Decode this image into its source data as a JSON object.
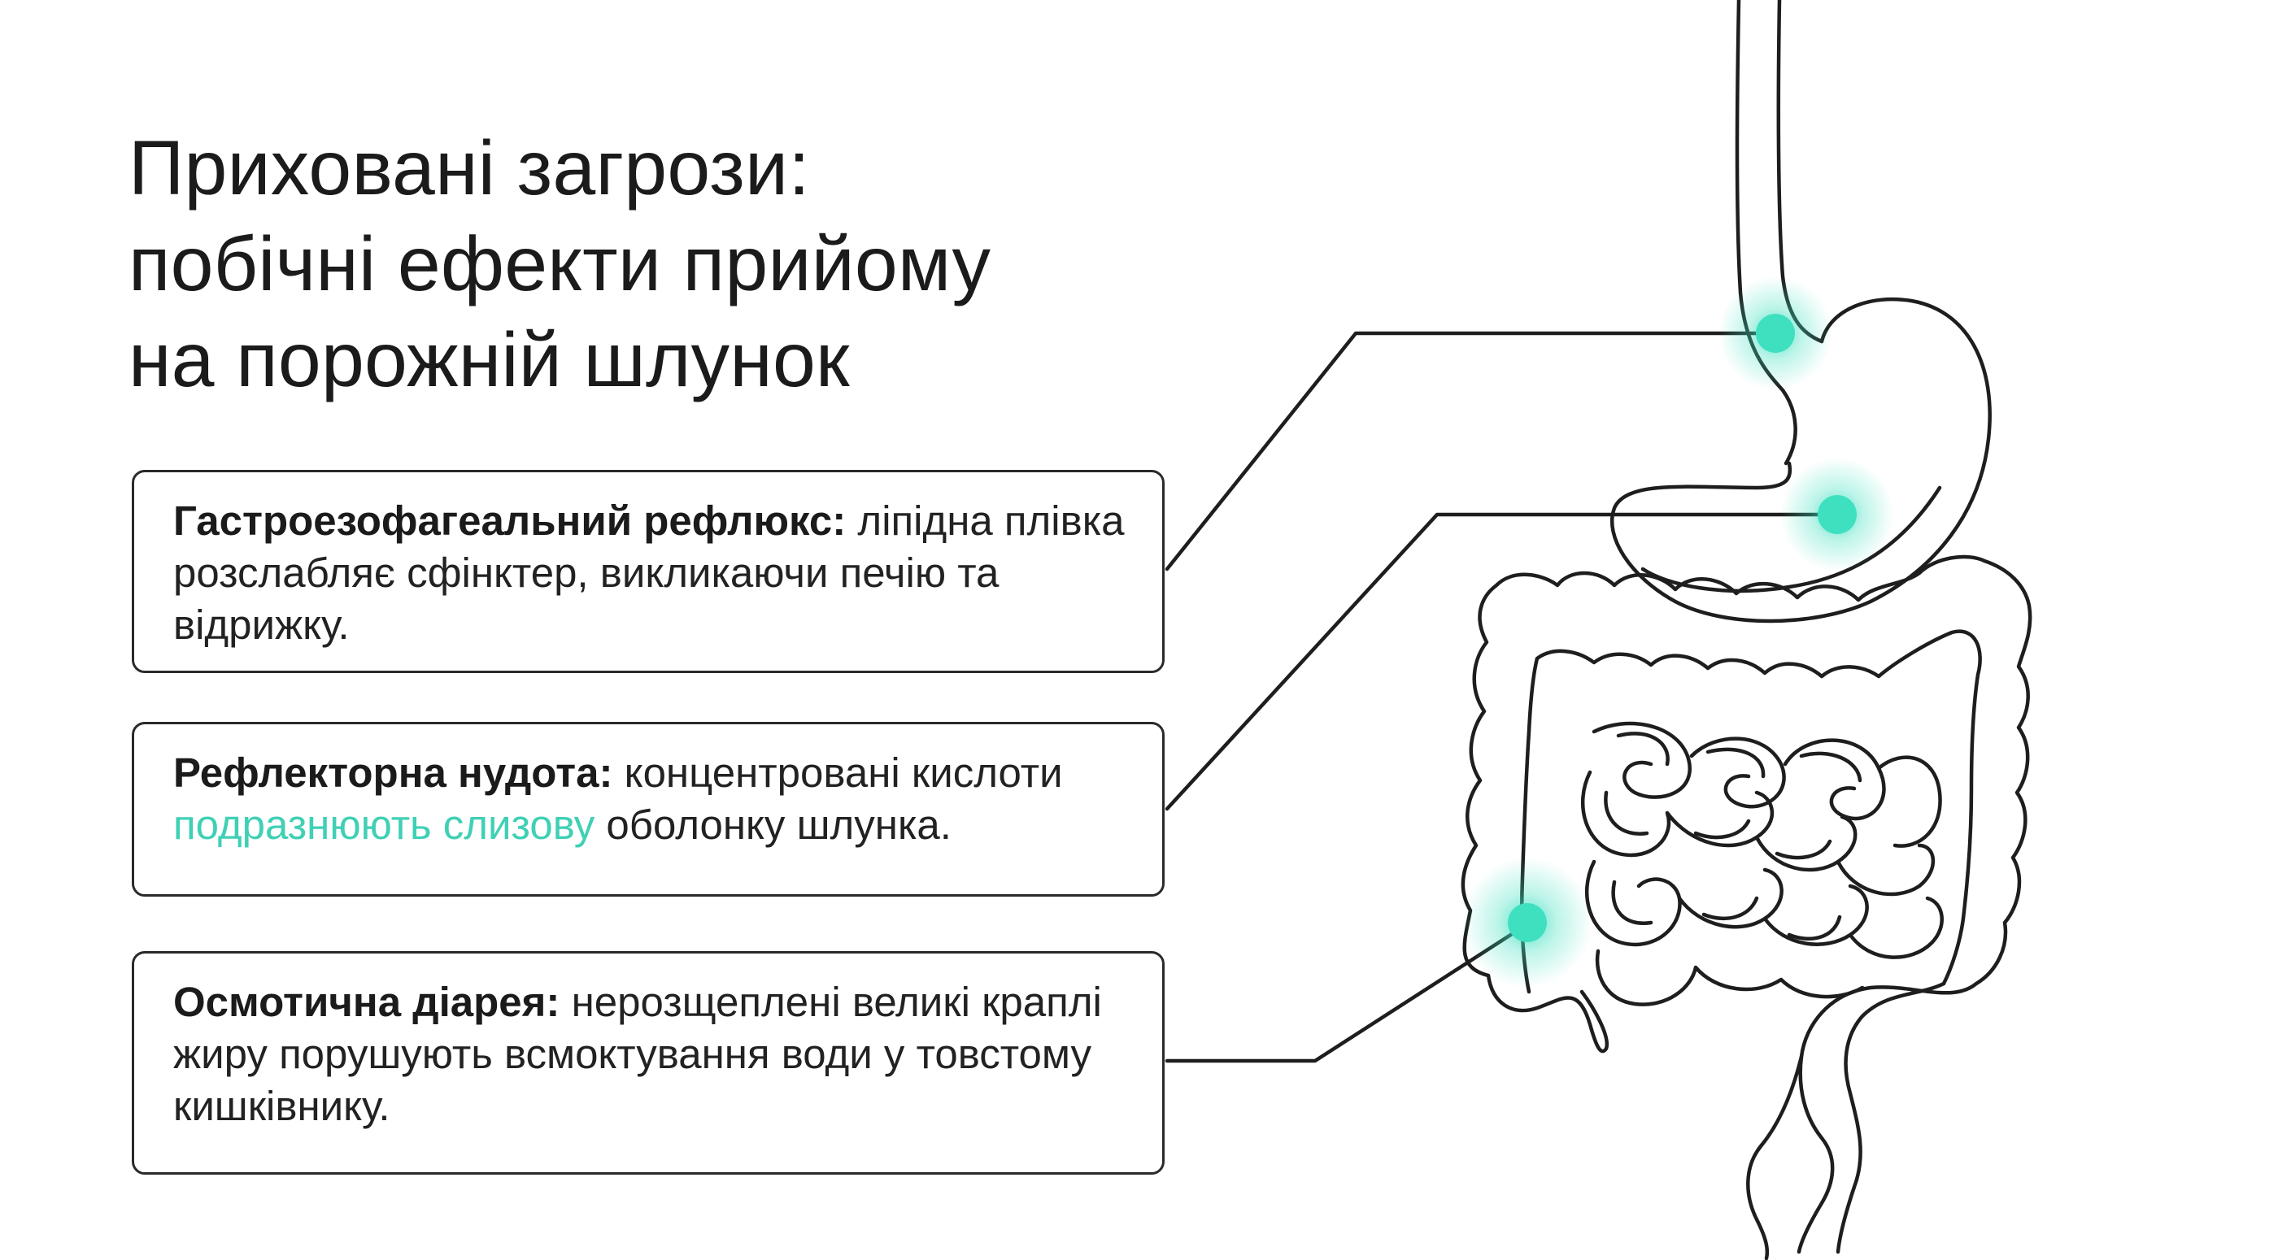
{
  "title": {
    "line1": "Приховані загрози:",
    "line2": "побічні ефекти прийому",
    "line3": "на порожній шлунок"
  },
  "cards": [
    {
      "heading": "Гастроезофагеальний рефлюкс:",
      "text": " ліпідна плівка розслабляє сфінктер, викликаючи печію та відрижку."
    },
    {
      "heading": "Рефлекторна нудота:",
      "text_before": " концентровані кислоти ",
      "highlight": "подразнюють слизову",
      "text_after": " оболонку шлунка."
    },
    {
      "heading": "Осмотична діарея:",
      "text": " нерозщеплені великі краплі жиру порушують всмоктування води у товстому кишківнику."
    }
  ],
  "colors": {
    "highlight": "#3fd0b5",
    "outline": "#1e1e1e",
    "glow": "#3fe0c0"
  },
  "icons": [
    "digestive-tract-illustration",
    "glow-marker"
  ]
}
